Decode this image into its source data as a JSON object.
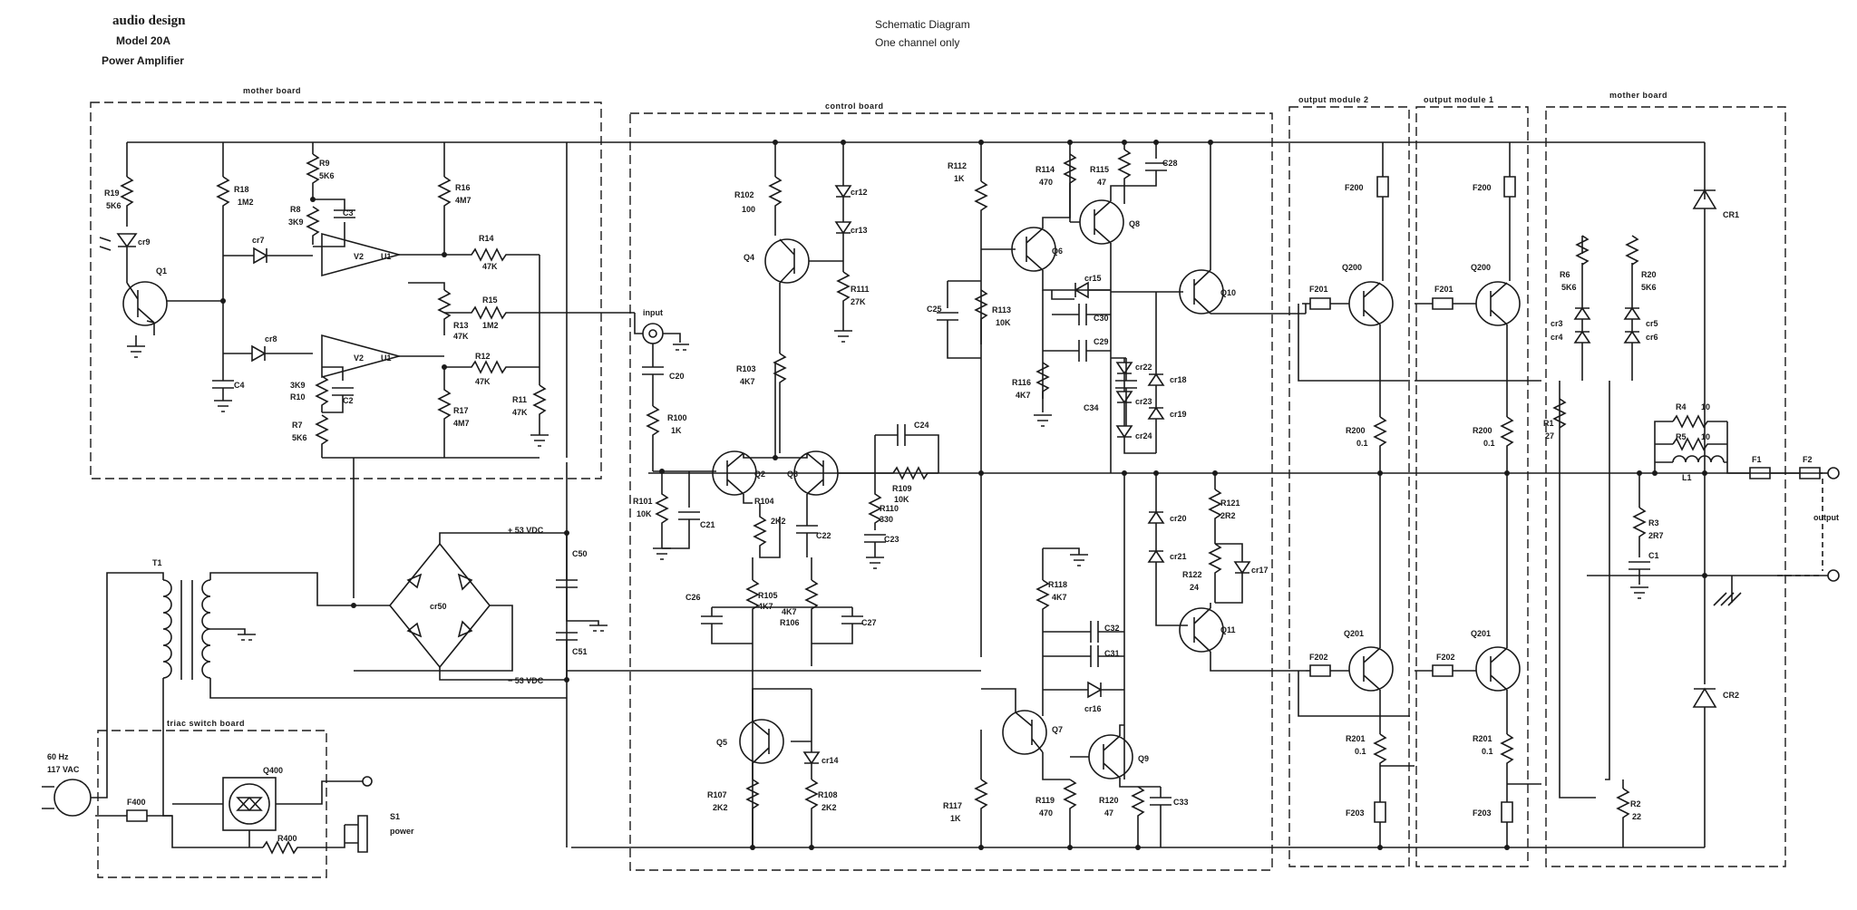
{
  "header": {
    "brand": "audio design",
    "model": "Model 20A",
    "product": "Power Amplifier",
    "title": "Schematic Diagram",
    "subtitle": "One channel only"
  },
  "boards": {
    "mother_left": "mother board",
    "control": "control board",
    "output2": "output module 2",
    "output1": "output module 1",
    "mother_right": "mother board",
    "triac": "triac switch board"
  },
  "labels": {
    "r19": "R19",
    "r19v": "5K6",
    "cr9": "cr9",
    "q1": "Q1",
    "r18": "R18",
    "r18v": "1M2",
    "r9": "R9",
    "r9v": "5K6",
    "r8": "R8",
    "r8v": "3K9",
    "c3": "C3",
    "cr7": "cr7",
    "v2u1a": "V2",
    "u1a": "U1",
    "r16": "R16",
    "r16v": "4M7",
    "r14": "R14",
    "r14v": "47K",
    "r15": "R15",
    "r15v": "1M2",
    "r13": "R13",
    "r13v": "47K",
    "cr8": "cr8",
    "c4": "C4",
    "v2u1b": "V2",
    "u1b": "U1",
    "r12": "R12",
    "r12v": "47K",
    "r10v": "3K9",
    "r10": "R10",
    "c2": "C2",
    "r7": "R7",
    "r7v": "5K6",
    "r17": "R17",
    "r17v": "4M7",
    "r11": "R11",
    "r11v": "47K",
    "input": "input",
    "c20": "C20",
    "r100": "R100",
    "r100v": "1K",
    "r101": "R101",
    "r101v": "10K",
    "c21": "C21",
    "r102": "R102",
    "r102v": "100",
    "q4": "Q4",
    "cr12": "cr12",
    "cr13": "cr13",
    "r111": "R111",
    "r111v": "27K",
    "r103": "R103",
    "r103v": "4K7",
    "q2": "Q2",
    "q3": "Q3",
    "r104": "R104",
    "r104v": "2K2",
    "c22": "C22",
    "c24": "C24",
    "r109": "R109",
    "r109v": "10K",
    "r110": "R110",
    "r110v": "330",
    "c23": "C23",
    "c26": "C26",
    "r105": "R105",
    "r105v": "4K7",
    "r106v": "4K7",
    "r106": "R106",
    "c27": "C27",
    "q5": "Q5",
    "cr14": "cr14",
    "r107": "R107",
    "r107v": "2K2",
    "r108": "R108",
    "r108v": "2K2",
    "r112": "R112",
    "r112v": "1K",
    "r114": "R114",
    "r114v": "470",
    "r115": "R115",
    "r115v": "47",
    "c28": "C28",
    "q6": "Q6",
    "q8": "Q8",
    "c25": "C25",
    "r113": "R113",
    "r113v": "10K",
    "cr15": "cr15",
    "c30": "C30",
    "c29": "C29",
    "q10": "Q10",
    "r116": "R116",
    "r116v": "4K7",
    "c34": "C34",
    "cr22": "cr22",
    "cr18": "cr18",
    "cr23": "cr23",
    "cr19": "cr19",
    "cr24": "cr24",
    "cr20": "cr20",
    "r121": "R121",
    "r121v": "2R2",
    "cr21": "cr21",
    "r122": "R122",
    "r122v": "24",
    "cr17": "cr17",
    "r118": "R118",
    "r118v": "4K7",
    "c32": "C32",
    "c31": "C31",
    "cr16": "cr16",
    "q11": "Q11",
    "q7": "Q7",
    "q9": "Q9",
    "r117": "R117",
    "r117v": "1K",
    "r119": "R119",
    "r119v": "470",
    "r120": "R120",
    "r120v": "47",
    "c33": "C33",
    "f200a": "F200",
    "q200a": "Q200",
    "f201a": "F201",
    "r200a": "R200",
    "r200av": "0.1",
    "q201a": "Q201",
    "f202a": "F202",
    "r201a": "R201",
    "r201av": "0.1",
    "f203a": "F203",
    "f200b": "F200",
    "q200b": "Q200",
    "f201b": "F201",
    "r200b": "R200",
    "r200bv": "0.1",
    "q201b": "Q201",
    "f202b": "F202",
    "r201b": "R201",
    "r201bv": "0.1",
    "f203b": "F203",
    "r6": "R6",
    "r6v": "5K6",
    "r20": "R20",
    "r20v": "5K6",
    "cr3": "cr3",
    "cr4": "cr4",
    "cr5": "cr5",
    "cr6": "cr6",
    "r1": "R1",
    "r1v": "27",
    "cr1": "CR1",
    "cr2": "CR2",
    "r4": "R4",
    "r4v": "10",
    "r5": "R5",
    "r5v": "10",
    "l1": "L1",
    "f1": "F1",
    "f2": "F2",
    "r3": "R3",
    "r3v": "2R7",
    "c1": "C1",
    "r2": "R2",
    "r2v": "22",
    "output": "output",
    "t1": "T1",
    "cr50": "cr50",
    "plus53": "+ 53 VDC",
    "minus53": "− 53 VDC",
    "c50": "C50",
    "c51": "C51",
    "mains_hz": "60 Hz",
    "mains_v": "117 VAC",
    "f400": "F400",
    "q400": "Q400",
    "r400": "R400",
    "s1": "S1",
    "s1v": "power"
  }
}
